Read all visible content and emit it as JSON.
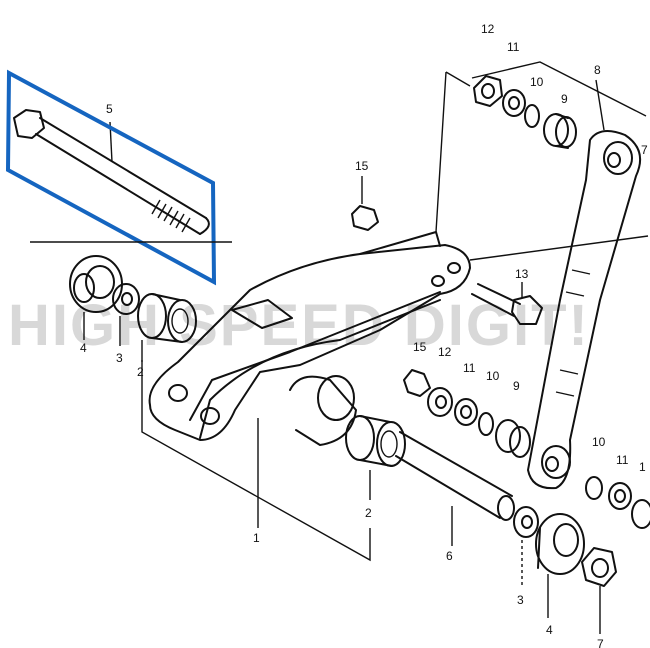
{
  "watermark": "HIGH SPEED DIGIT!",
  "highlight_color": "#1565c0",
  "callouts": [
    {
      "id": "c-12-top",
      "text": "12"
    },
    {
      "id": "c-11-top",
      "text": "11"
    },
    {
      "id": "c-10-top",
      "text": "10"
    },
    {
      "id": "c-9-top",
      "text": "9"
    },
    {
      "id": "c-8",
      "text": "8"
    },
    {
      "id": "c-7-top",
      "text": "7"
    },
    {
      "id": "c-5",
      "text": "5"
    },
    {
      "id": "c-15-top",
      "text": "15"
    },
    {
      "id": "c-13",
      "text": "13"
    },
    {
      "id": "c-4-left",
      "text": "4"
    },
    {
      "id": "c-3-left",
      "text": "3"
    },
    {
      "id": "c-2-left",
      "text": "2"
    },
    {
      "id": "c-15-mid",
      "text": "15"
    },
    {
      "id": "c-12-mid",
      "text": "12"
    },
    {
      "id": "c-11-mid",
      "text": "11"
    },
    {
      "id": "c-10-mid",
      "text": "10"
    },
    {
      "id": "c-9-mid",
      "text": "9"
    },
    {
      "id": "c-10-right",
      "text": "10"
    },
    {
      "id": "c-11-right",
      "text": "11"
    },
    {
      "id": "c-12-right",
      "text": "1"
    },
    {
      "id": "c-1",
      "text": "1"
    },
    {
      "id": "c-2-center",
      "text": "2"
    },
    {
      "id": "c-6",
      "text": "6"
    },
    {
      "id": "c-3-bottom",
      "text": "3"
    },
    {
      "id": "c-4-bottom",
      "text": "4"
    },
    {
      "id": "c-7-bottom",
      "text": "7"
    }
  ]
}
